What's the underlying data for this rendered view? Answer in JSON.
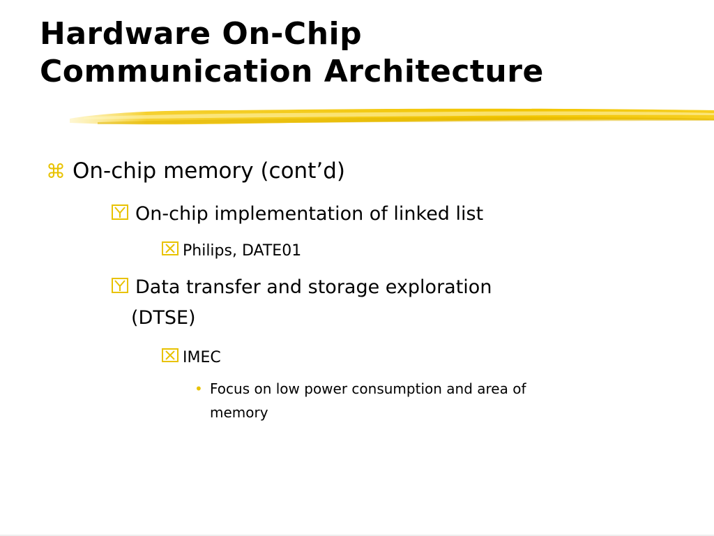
{
  "slide": {
    "title_line_1": "Hardware On-Chip",
    "title_line_2": "Communication Architecture",
    "accent_color": "#f2c500",
    "bullets": {
      "b1": {
        "text": "On-chip memory (cont’d)",
        "icon": "command-key-icon"
      },
      "b2": {
        "text": "On-chip implementation of linked list",
        "icon": "checkbox-y-icon"
      },
      "b3": {
        "text": "Philips, DATE01",
        "icon": "checkbox-x-icon"
      },
      "b4": {
        "line_1": "Data transfer and storage exploration",
        "line_2": "(DTSE)",
        "icon": "checkbox-y-icon"
      },
      "b5": {
        "text": "IMEC",
        "icon": "checkbox-x-icon"
      },
      "b6": {
        "line_1": "Focus on low power consumption and area of",
        "line_2": "memory",
        "icon": "dot-icon"
      }
    }
  }
}
